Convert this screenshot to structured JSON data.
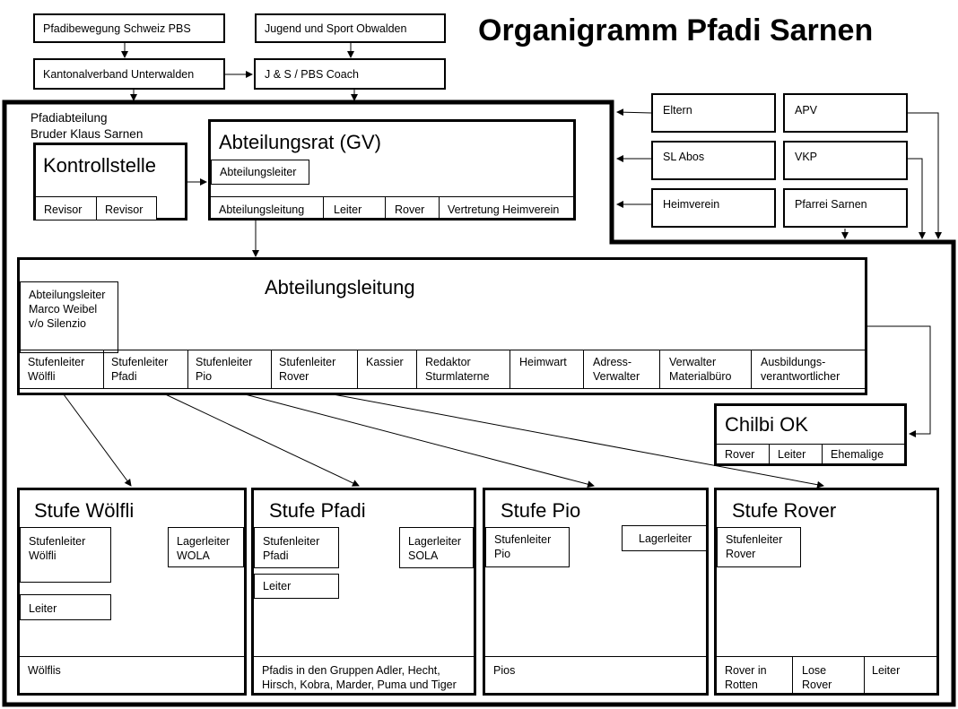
{
  "title": "Organigramm Pfadi Sarnen",
  "top": {
    "pbs": "Pfadibewegung Schweiz PBS",
    "js_obwalden": "Jugend und Sport Obwalden",
    "kantonalverband": "Kantonalverband Unterwalden",
    "coach": "J & S / PBS Coach"
  },
  "abteilung_label": "Pfadiabteilung\nBruder Klaus Sarnen",
  "kontrollstelle": {
    "title": "Kontrollstelle",
    "revisor1": "Revisor",
    "revisor2": "Revisor"
  },
  "abteilungsrat": {
    "title": "Abteilungsrat (GV)",
    "abteilungsleiter": "Abteilungsleiter",
    "cells": [
      "Abteilungsleitung",
      "Leiter",
      "Rover",
      "Vertretung  Heimverein"
    ]
  },
  "external": {
    "eltern": "Eltern",
    "sl_abos": "SL Abos",
    "heimverein": "Heimverein",
    "apv": "APV",
    "vkp": "VKP",
    "pfarrei": "Pfarrei Sarnen"
  },
  "abteilungsleitung": {
    "title": "Abteilungsleitung",
    "leiter": "Abteilungsleiter\nMarco Weibel\nv/o Silenzio",
    "cells": [
      "Stufenleiter\nWölfli",
      "Stufenleiter\nPfadi",
      "Stufenleiter\nPio",
      "Stufenleiter\nRover",
      "Kassier",
      "Redaktor\nSturmlaterne",
      "Heimwart",
      "Adress-\nVerwalter",
      "Verwalter\nMaterialbüro",
      "Ausbildungs-\nverantwortlicher"
    ]
  },
  "chilbi": {
    "title": "Chilbi OK",
    "cells": [
      "Rover",
      "Leiter",
      "Ehemalige"
    ]
  },
  "stufen": {
    "woelfli": {
      "title": "Stufe Wölfli",
      "stufenleiter": "Stufenleiter\nWölfli",
      "lagerleiter": "Lagerleiter\nWOLA",
      "leiter": "Leiter",
      "members": "Wölflis"
    },
    "pfadi": {
      "title": "Stufe Pfadi",
      "stufenleiter": "Stufenleiter\nPfadi",
      "lagerleiter": "Lagerleiter\nSOLA",
      "leiter": "Leiter",
      "members": "Pfadis in den Gruppen Adler, Hecht,\nHirsch, Kobra, Marder, Puma und Tiger"
    },
    "pio": {
      "title": "Stufe Pio",
      "stufenleiter": "Stufenleiter\nPio",
      "lagerleiter": "Lagerleiter",
      "members": "Pios"
    },
    "rover": {
      "title": "Stufe Rover",
      "stufenleiter": "Stufenleiter\nRover",
      "members": [
        "Rover in\nRotten",
        "Lose\nRover",
        "Leiter"
      ]
    }
  }
}
